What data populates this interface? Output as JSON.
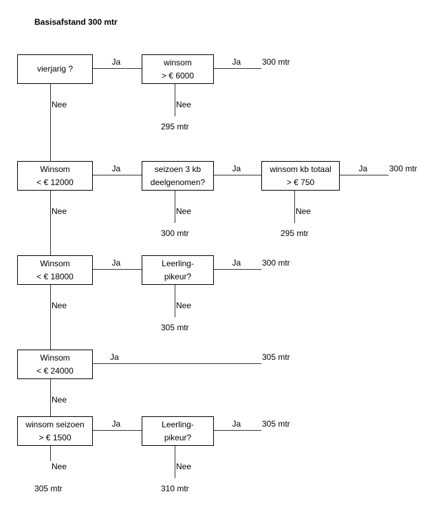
{
  "title": "Basisafstand 300 mtr",
  "rows": [
    {
      "decision": [
        "vierjarig ?"
      ],
      "chain": [
        [
          "winsom",
          "> € 6000"
        ]
      ],
      "yes_labels": [
        "Ja",
        "Ja"
      ],
      "no_labels": [
        "Nee"
      ],
      "no_results": [
        "295 mtr"
      ],
      "final_result": "300 mtr",
      "down_label": "Nee"
    },
    {
      "decision": [
        "Winsom",
        "< € 12000"
      ],
      "chain": [
        [
          "seizoen 3 kb",
          "deelgenomen?"
        ],
        [
          "winsom kb totaal",
          "> € 750"
        ]
      ],
      "yes_labels": [
        "Ja",
        "Ja",
        "Ja"
      ],
      "no_labels": [
        "Nee",
        "Nee"
      ],
      "no_results": [
        "300 mtr",
        "295 mtr"
      ],
      "final_result": "300 mtr",
      "down_label": "Nee"
    },
    {
      "decision": [
        "Winsom",
        "< € 18000"
      ],
      "chain": [
        [
          "Leerling-",
          "pikeur?"
        ]
      ],
      "yes_labels": [
        "Ja",
        "Ja"
      ],
      "no_labels": [
        "Nee"
      ],
      "no_results": [
        "305 mtr"
      ],
      "final_result": "300 mtr",
      "down_label": "Nee"
    },
    {
      "decision": [
        "Winsom",
        "< € 24000"
      ],
      "chain": [],
      "yes_labels": [
        "Ja"
      ],
      "no_labels": [],
      "no_results": [],
      "final_result": "305 mtr",
      "down_label": "Nee"
    },
    {
      "decision": [
        "winsom seizoen",
        "> € 1500"
      ],
      "chain": [
        [
          "Leerling-",
          "pikeur?"
        ]
      ],
      "yes_labels": [
        "Ja",
        "Ja"
      ],
      "no_labels": [
        "Nee"
      ],
      "no_results": [
        "310 mtr"
      ],
      "final_result": "305 mtr",
      "down_label": "Nee",
      "down_result": "305 mtr"
    }
  ]
}
